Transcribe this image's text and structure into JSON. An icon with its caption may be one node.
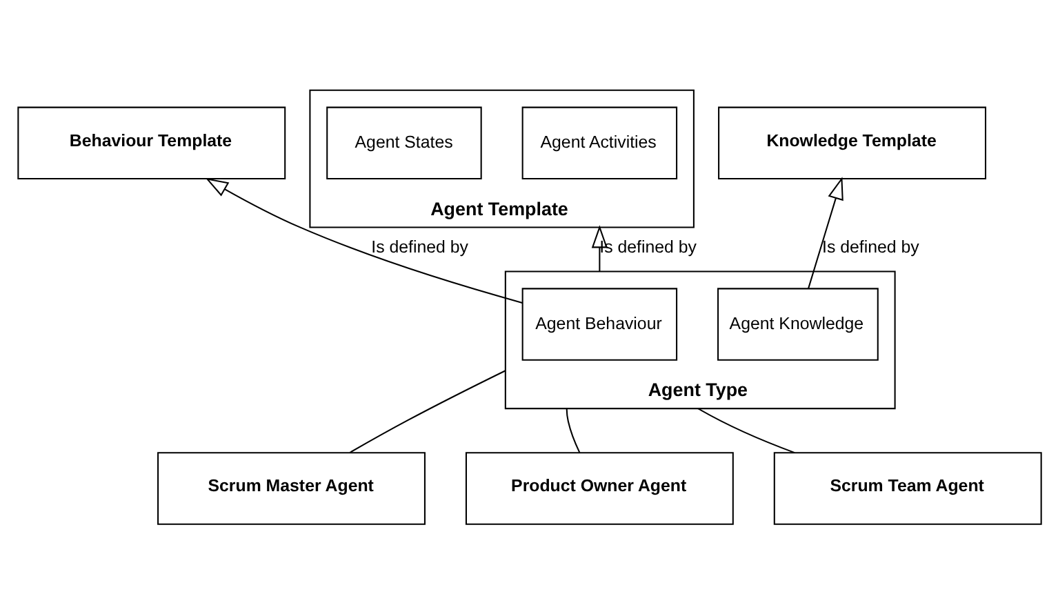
{
  "diagram": {
    "nodes": [
      {
        "text": [
          "Behaviour Template"
        ]
      },
      {
        "text": [
          "Agent Template"
        ]
      },
      {
        "text": [
          "Agent Activities"
        ],
        "in": 1
      },
      {
        "text": [
          "Agent States"
        ],
        "in": 1
      },
      {
        "text": [
          "Knowledge Template"
        ]
      },
      {
        "text": [
          "Agent Type"
        ]
      },
      {
        "text": [
          "Agent Behaviour"
        ],
        "in": 5
      },
      {
        "text": [
          "Agent Knowledge"
        ],
        "in": 5
      },
      {
        "text": [
          "Scrum Master Agent"
        ]
      },
      {
        "text": [
          "Product Owner Agent"
        ]
      },
      {
        "text": [
          "Scrum Team Agent"
        ]
      }
    ],
    "edges": [
      {
        "from": 6,
        "to": 0,
        "arrow": "to",
        "label": "Is defined by"
      },
      {
        "from": 5,
        "to": 1,
        "arrow": "to",
        "label": "Is defined by"
      },
      {
        "from": 7,
        "to": 4,
        "arrow": "to",
        "label": "Is defined by"
      },
      {
        "from": 5,
        "to": 8,
        "arrow": "none"
      },
      {
        "from": 5,
        "to": 9,
        "arrow": "none"
      },
      {
        "from": 5,
        "to": 10,
        "arrow": "none"
      }
    ]
  }
}
